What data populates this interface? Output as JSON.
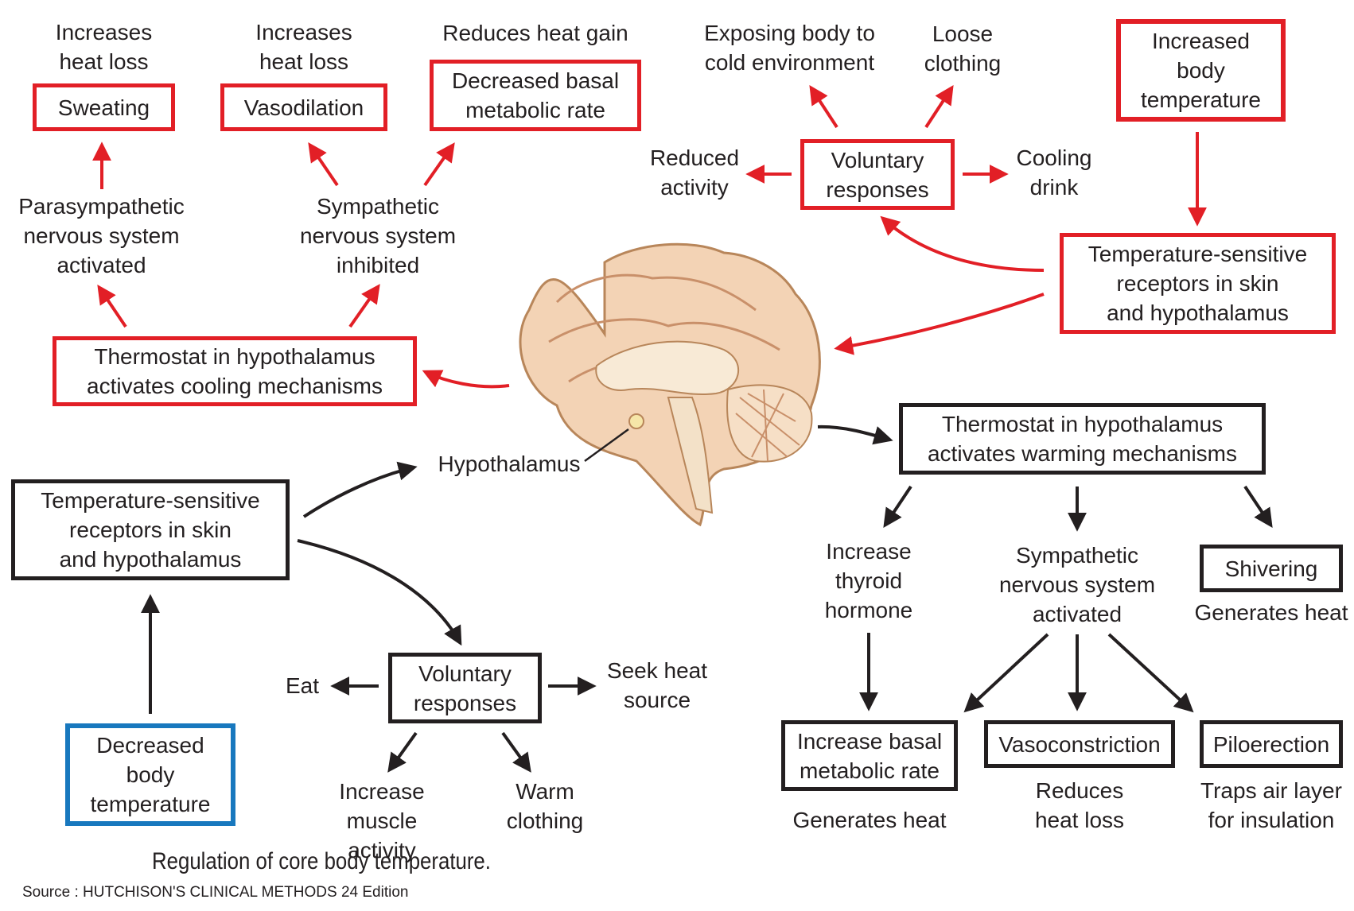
{
  "caption": "Regulation of core body temperature.",
  "source": "Source : HUTCHISON'S CLINICAL METHODS 24 Edition",
  "cooling": {
    "trigger": "Increased\nbody\ntemperature",
    "receptors": "Temperature-sensitive\nreceptors in skin\nand hypothalamus",
    "thermostat": "Thermostat in hypothalamus\nactivates cooling mechanisms",
    "parasympathetic": "Parasympathetic\nnervous system\nactivated",
    "sympathetic": "Sympathetic\nnervous system\ninhibited",
    "sweating": "Sweating",
    "sweating_effect": "Increases\nheat loss",
    "vasodilation": "Vasodilation",
    "vasodilation_effect": "Increases\nheat loss",
    "bmr": "Decreased basal\nmetabolic rate",
    "bmr_effect": "Reduces heat gain",
    "voluntary": "Voluntary\nresponses",
    "reduced_activity": "Reduced\nactivity",
    "cold_env": "Exposing body to\ncold environment",
    "loose_clothing": "Loose\nclothing",
    "cooling_drink": "Cooling\ndrink"
  },
  "warming": {
    "trigger": "Decreased\nbody\ntemperature",
    "receptors": "Temperature-sensitive\nreceptors in skin\nand hypothalamus",
    "hypothalamus_label": "Hypothalamus",
    "thermostat": "Thermostat in hypothalamus\nactivates warming mechanisms",
    "voluntary": "Voluntary\nresponses",
    "eat": "Eat",
    "seek_heat": "Seek heat\nsource",
    "muscle": "Increase\nmuscle activity",
    "warm_clothing": "Warm\nclothing",
    "thyroid": "Increase\nthyroid\nhormone",
    "sympathetic": "Sympathetic\nnervous system\nactivated",
    "shivering": "Shivering",
    "shivering_effect": "Generates heat",
    "bmr": "Increase basal\nmetabolic rate",
    "bmr_effect": "Generates heat",
    "vasoconstriction": "Vasoconstriction",
    "vasoconstriction_effect": "Reduces\nheat loss",
    "piloerection": "Piloerection",
    "piloerection_effect": "Traps air layer\nfor insulation"
  },
  "colors": {
    "cooling": "#e21f26",
    "warming": "#231f20",
    "decreased": "#1878be"
  }
}
